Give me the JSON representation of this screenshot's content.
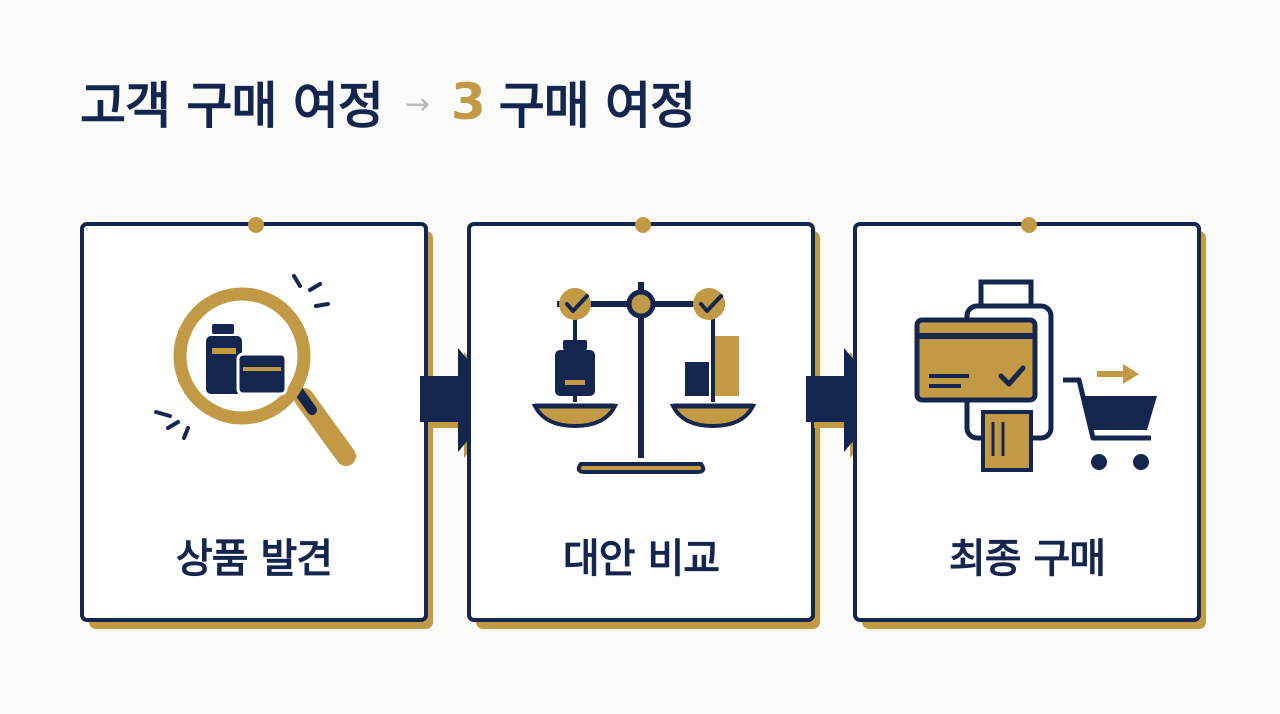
{
  "title": {
    "main": "고객 구매 여정",
    "arrow": "→",
    "number": "3",
    "suffix": "구매 여정"
  },
  "steps": [
    {
      "label": "상품 발견",
      "icon": "magnifier-with-products-icon"
    },
    {
      "label": "대안 비교",
      "icon": "balance-scale-icon"
    },
    {
      "label": "최종 구매",
      "icon": "card-payment-and-cart-icon"
    }
  ],
  "colors": {
    "navy": "#14254e",
    "gold": "#c29a45",
    "background": "#fbfbf9"
  }
}
